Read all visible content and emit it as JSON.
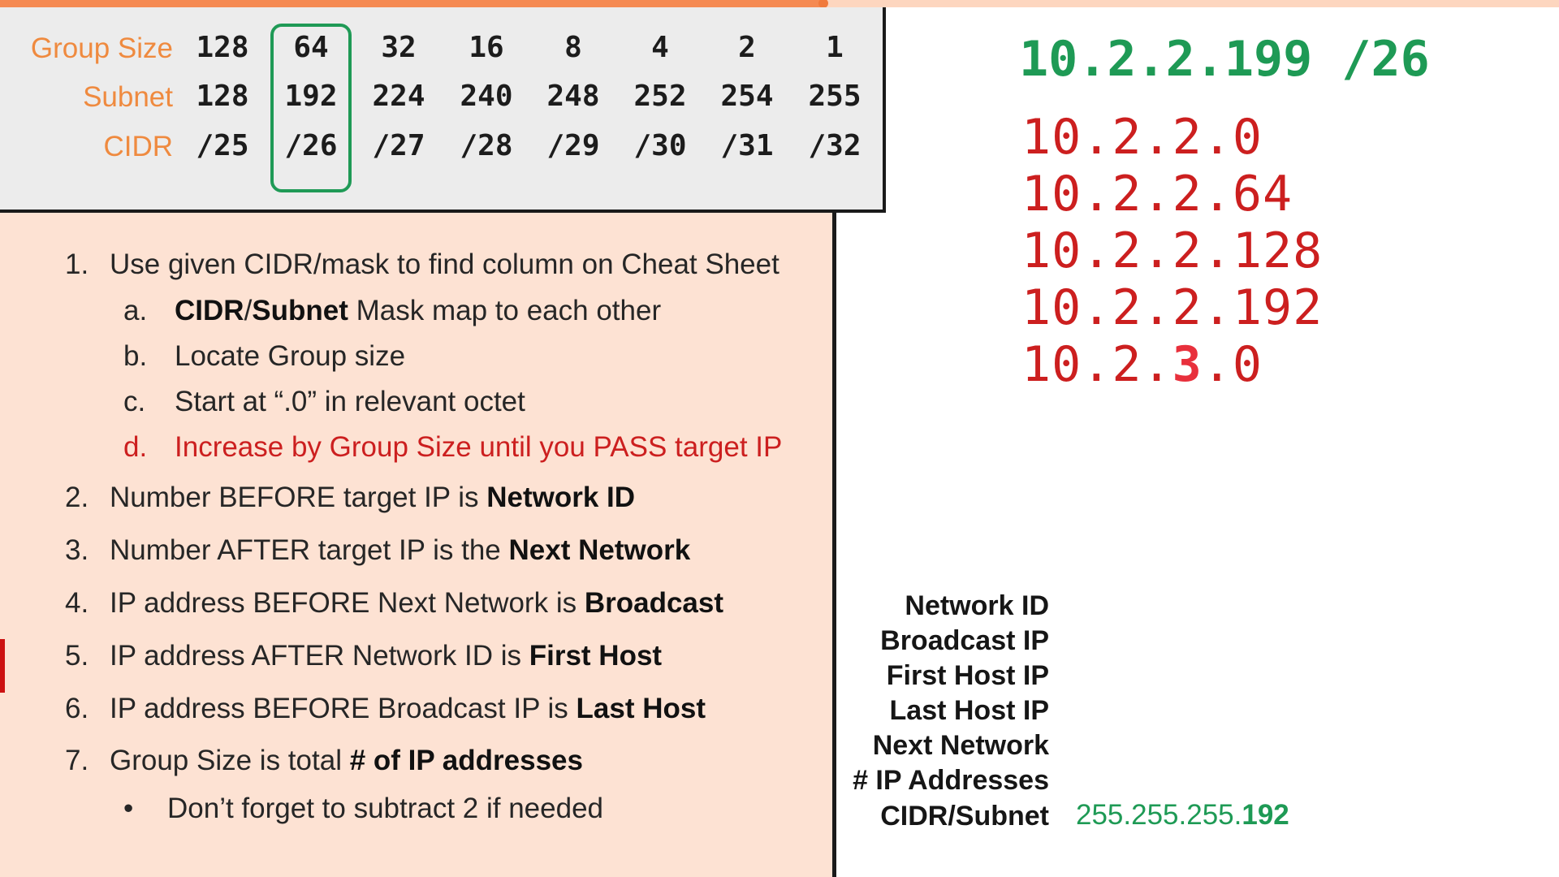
{
  "progress": {
    "fraction": 0.528
  },
  "cheat_sheet": {
    "row_labels": [
      "Group Size",
      "Subnet",
      "CIDR"
    ],
    "group_size": [
      "128",
      "64",
      "32",
      "16",
      "8",
      "4",
      "2",
      "1"
    ],
    "subnet": [
      "128",
      "192",
      "224",
      "240",
      "248",
      "252",
      "254",
      "255"
    ],
    "cidr": [
      "/25",
      "/26",
      "/27",
      "/28",
      "/29",
      "/30",
      "/31",
      "/32"
    ],
    "highlighted_column": 1,
    "colors": {
      "label": "#ef8a3f",
      "highlight": "#1f9a56"
    }
  },
  "steps": {
    "s1": {
      "num": "1.",
      "text": "Use given CIDR/mask to find column on Cheat Sheet"
    },
    "s1a": {
      "num": "a.",
      "bold": "CIDR",
      "slash": "/",
      "bold2": "Subnet",
      "text": " Mask map to each other"
    },
    "s1b": {
      "num": "b.",
      "text": "Locate Group size"
    },
    "s1c": {
      "num": "c.",
      "text": "Start at “.0” in relevant octet"
    },
    "s1d": {
      "num": "d.",
      "text": "Increase by Group Size until you PASS target IP"
    },
    "s2": {
      "num": "2.",
      "text": "Number BEFORE target IP is ",
      "bold": "Network ID"
    },
    "s3": {
      "num": "3.",
      "text": "Number AFTER target IP is the ",
      "bold": "Next Network"
    },
    "s4": {
      "num": "4.",
      "text": "IP address BEFORE Next Network is ",
      "bold": "Broadcast"
    },
    "s5": {
      "num": "5.",
      "text": "IP address AFTER Network ID is ",
      "bold": "First Host"
    },
    "s6": {
      "num": "6.",
      "text": "IP address BEFORE Broadcast IP is ",
      "bold": "Last Host"
    },
    "s7": {
      "num": "7.",
      "text": "Group Size is total ",
      "bold": "# of IP addresses"
    },
    "s7b": {
      "num": "•",
      "text": "Don’t forget to subtract 2 if needed"
    }
  },
  "target": {
    "ip": "10.2.2.199 /26"
  },
  "networks": {
    "n0": "10.2.2.0",
    "n1": "10.2.2.64",
    "n2": "10.2.2.128",
    "n3": "10.2.2.192",
    "n4_pre": "10.2.",
    "n4_hl": "3",
    "n4_post": ".0"
  },
  "results": {
    "labels": [
      "Network ID",
      "Broadcast IP",
      "First Host IP",
      "Last Host IP",
      "Next Network",
      "# IP Addresses",
      "CIDR/Subnet"
    ],
    "subnet_prefix": "255.255.255.",
    "subnet_last": "192"
  }
}
